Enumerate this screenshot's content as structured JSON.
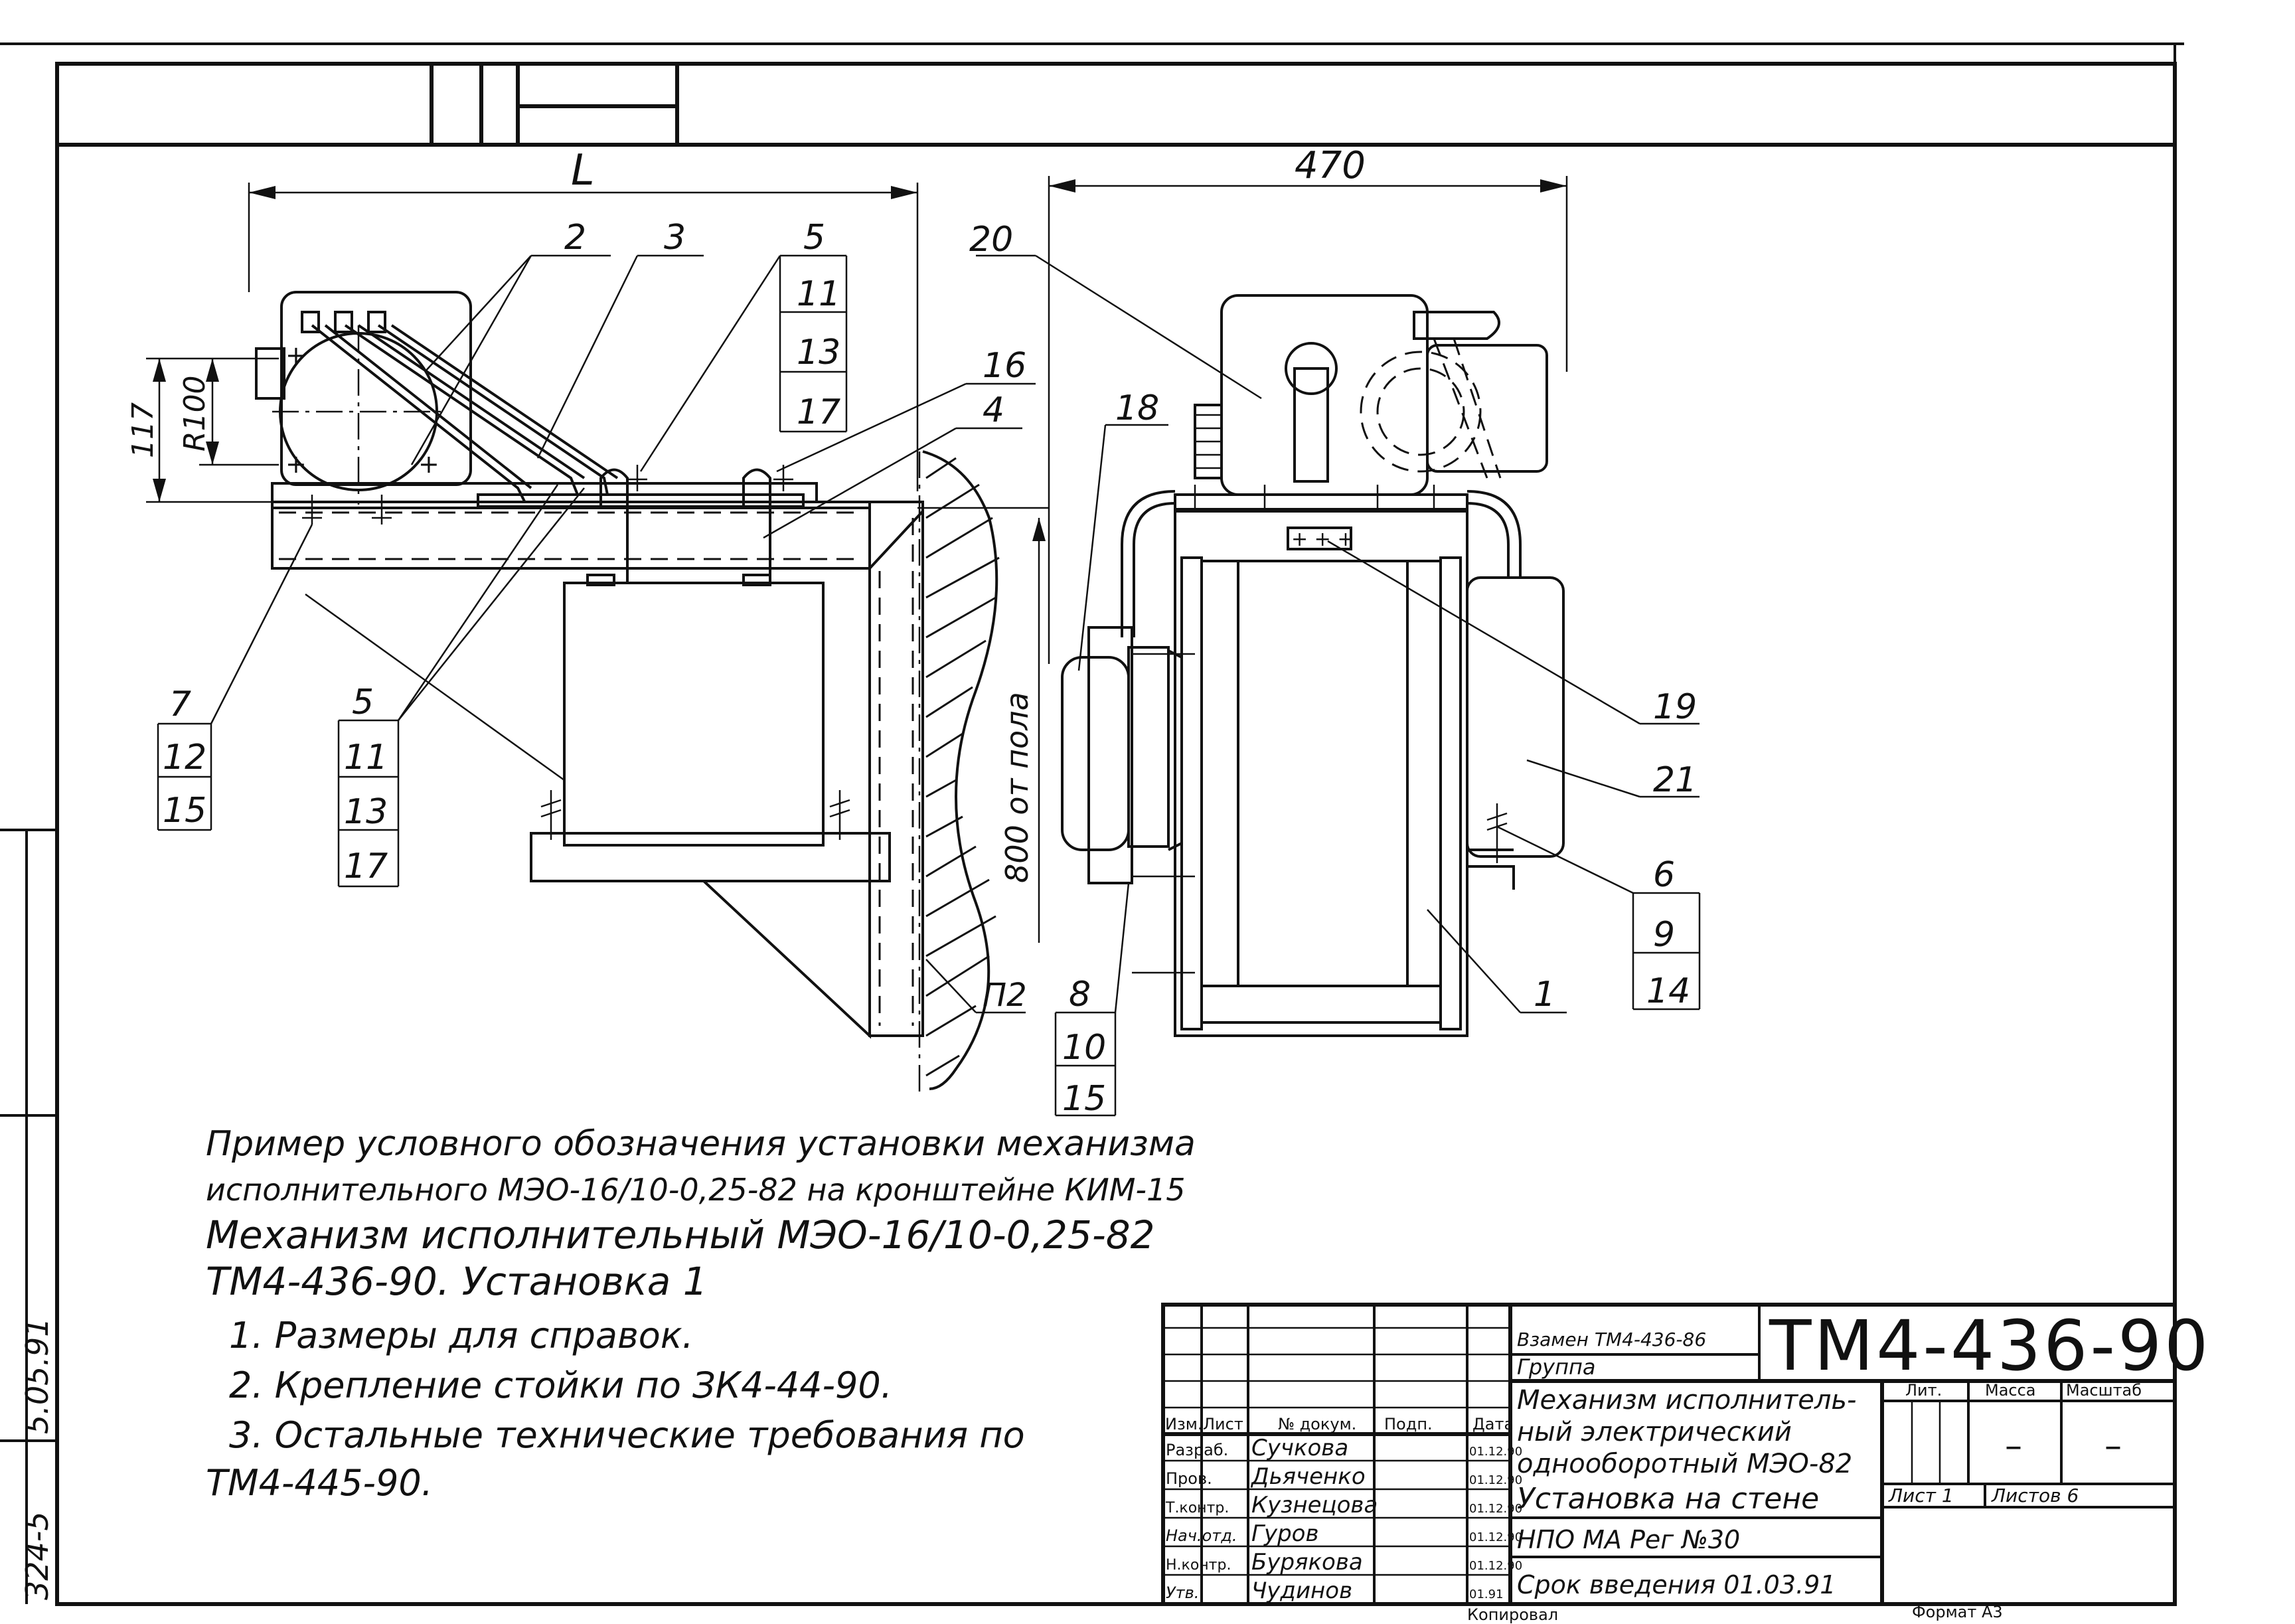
{
  "dimensions": {
    "L": "L",
    "w470": "470",
    "r100": "R100",
    "h117": "117",
    "h800": "800 от пола"
  },
  "callouts": {
    "c2": "2",
    "c3": "3",
    "c5a": "5",
    "c11a": "11",
    "c13a": "13",
    "c17a": "17",
    "c16": "16",
    "c4": "4",
    "c20": "20",
    "c18": "18",
    "c19": "19",
    "c21": "21",
    "c7": "7",
    "c12": "12",
    "c15a": "15",
    "c5b": "5",
    "c11b": "11",
    "c13b": "13",
    "c17b": "17",
    "cp2": "П2",
    "c8": "8",
    "c10": "10",
    "c15b": "15",
    "c1": "1",
    "c6": "6",
    "c9": "9",
    "c14": "14"
  },
  "notes": {
    "example_line1": "Пример условного обозначения установки механизма",
    "example_line2": "исполнительного МЭО-16/10-0,25-82 на кронштейне КИМ-15",
    "example_line3": "Механизм исполнительный МЭО-16/10-0,25-82",
    "example_line4": "ТМ4-436-90.  Установка 1",
    "note1": "1. Размеры для справок.",
    "note2": "2. Крепление стойки по ЗК4-44-90.",
    "note3a": "3. Остальные   технические   требования по",
    "note3b": "ТМ4-445-90."
  },
  "side_stamp": {
    "inv": "324-5",
    "date": "5.05.91"
  },
  "title_block": {
    "replaces": "Взамен ТМ4-436-86",
    "designation": "ТМ4-436-90",
    "group": "Группа",
    "name_line1": "Механизм исполнитель-",
    "name_line2": "ный электрический",
    "name_line3": "однооборотный МЭО-82",
    "name_line4": "Установка на стене",
    "org": "НПО МА Рег №30",
    "intro_date": "Срок введения 01.03.91",
    "col_izm": "Изм.",
    "col_list": "Лист",
    "col_doc": "№ докум.",
    "col_sign": "Подп.",
    "col_date": "Дата",
    "lit": "Лит.",
    "mass": "Масса",
    "scale": "Масштаб",
    "mass_val": "–",
    "scale_val": "–",
    "sheet": "Лист 1",
    "sheets": "Листов 6",
    "rows": [
      {
        "role": "Разраб.",
        "name": "Сучкова",
        "date": "01.12.90"
      },
      {
        "role": "Пров.",
        "name": "Дьяченко",
        "date": "01.12.90"
      },
      {
        "role": "Т.контр.",
        "name": "Кузнецова",
        "date": "01.12.90"
      },
      {
        "role": "Нач.отд.",
        "name": "Гуров",
        "date": "01.12.90"
      },
      {
        "role": "Н.контр.",
        "name": "Бурякова",
        "date": "01.12.90"
      },
      {
        "role": "Утв.",
        "name": "Чудинов",
        "date": "01.91"
      }
    ]
  },
  "footer": {
    "copied": "Копировал",
    "format": "Формат А3"
  }
}
